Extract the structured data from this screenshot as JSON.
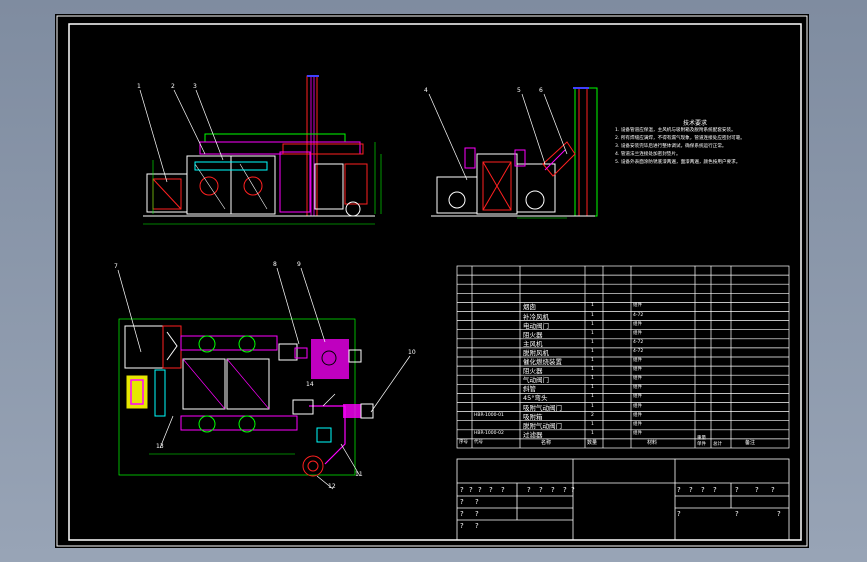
{
  "drawing": {
    "tech_requirements_title": "技术要求",
    "tech_notes": [
      "1. 设备管道应保温，主风机与吸附箱及脱附系统配套安装。",
      "2. 所有焊缝应满焊，不得有漏气现象，管道连接处应密封可靠。",
      "3. 设备安装完毕后进行整体调试，确保系统运行正常。",
      "4. 管道法兰连接处加密封垫片。",
      "5. 设备外表面涂防锈底漆两遍，面漆两遍，颜色按用户要求。"
    ]
  },
  "balloons": {
    "elevation": [
      "1",
      "2",
      "3"
    ],
    "side": [
      "4",
      "5",
      "6"
    ],
    "plan_top": [
      "7",
      "8",
      "9"
    ],
    "plan_right": [
      "10"
    ],
    "plan_bottom": [
      "11",
      "12",
      "13",
      "14"
    ]
  },
  "bom": {
    "rows": [
      {
        "no": "",
        "code": "",
        "name": "",
        "qty": "",
        "material": ""
      },
      {
        "no": "",
        "code": "",
        "name": "",
        "qty": "",
        "material": ""
      },
      {
        "no": "",
        "code": "",
        "name": "",
        "qty": "",
        "material": ""
      },
      {
        "no": "",
        "code": "",
        "name": "",
        "qty": "",
        "material": ""
      },
      {
        "no": "",
        "code": "",
        "name": "烟囱",
        "qty": "1",
        "material": "组件"
      },
      {
        "no": "",
        "code": "",
        "name": "补冷风机",
        "qty": "1",
        "material": "4-72"
      },
      {
        "no": "",
        "code": "",
        "name": "电动阀门",
        "qty": "1",
        "material": "组件"
      },
      {
        "no": "",
        "code": "",
        "name": "阻火器",
        "qty": "1",
        "material": "组件"
      },
      {
        "no": "",
        "code": "",
        "name": "主风机",
        "qty": "1",
        "material": "4-72"
      },
      {
        "no": "",
        "code": "",
        "name": "脱附风机",
        "qty": "1",
        "material": "4-72"
      },
      {
        "no": "",
        "code": "",
        "name": "催化燃烧装置",
        "qty": "1",
        "material": "组件"
      },
      {
        "no": "",
        "code": "",
        "name": "阻火器",
        "qty": "1",
        "material": "组件"
      },
      {
        "no": "",
        "code": "",
        "name": "气动阀门",
        "qty": "1",
        "material": "组件"
      },
      {
        "no": "",
        "code": "",
        "name": "斜管",
        "qty": "1",
        "material": "组件"
      },
      {
        "no": "",
        "code": "",
        "name": "45°弯头",
        "qty": "1",
        "material": "组件"
      },
      {
        "no": "",
        "code": "",
        "name": "吸附气动阀门",
        "qty": "1",
        "material": "组件"
      },
      {
        "no": "",
        "code": "HBR-1000-01",
        "name": "吸附箱",
        "qty": "2",
        "material": "组件"
      },
      {
        "no": "",
        "code": "",
        "name": "脱附气动阀门",
        "qty": "1",
        "material": "组件"
      },
      {
        "no": "",
        "code": "HBR-1000-02",
        "name": "过滤器",
        "qty": "1",
        "material": "组件"
      }
    ],
    "header": {
      "no": "序号",
      "code": "代号",
      "name": "名称",
      "qty": "数量",
      "material": "材料",
      "unit_weight": "单件",
      "total_weight": "总计",
      "weight": "重量",
      "remark": "备注"
    }
  },
  "title_block": {
    "row1_left": [
      "?",
      "?",
      "?",
      "?",
      "?",
      "?",
      "?",
      "?",
      "?",
      "?"
    ],
    "row1_right": [
      "?",
      "?",
      "?",
      "?",
      "?",
      "?",
      "?"
    ],
    "row2_left": [
      "?",
      "?"
    ],
    "row3_left": [
      "?",
      "?"
    ],
    "row4_left": [
      "?",
      "?"
    ],
    "row_right": [
      "?",
      "?",
      "?"
    ]
  },
  "colors": {
    "background": "#000000",
    "frame": "#ffffff",
    "outline": "#ffffff",
    "green": "#00ff00",
    "red": "#ff2020",
    "magenta": "#ff00ff",
    "cyan": "#00ffff",
    "yellow": "#ffff00",
    "blue": "#4040ff"
  }
}
